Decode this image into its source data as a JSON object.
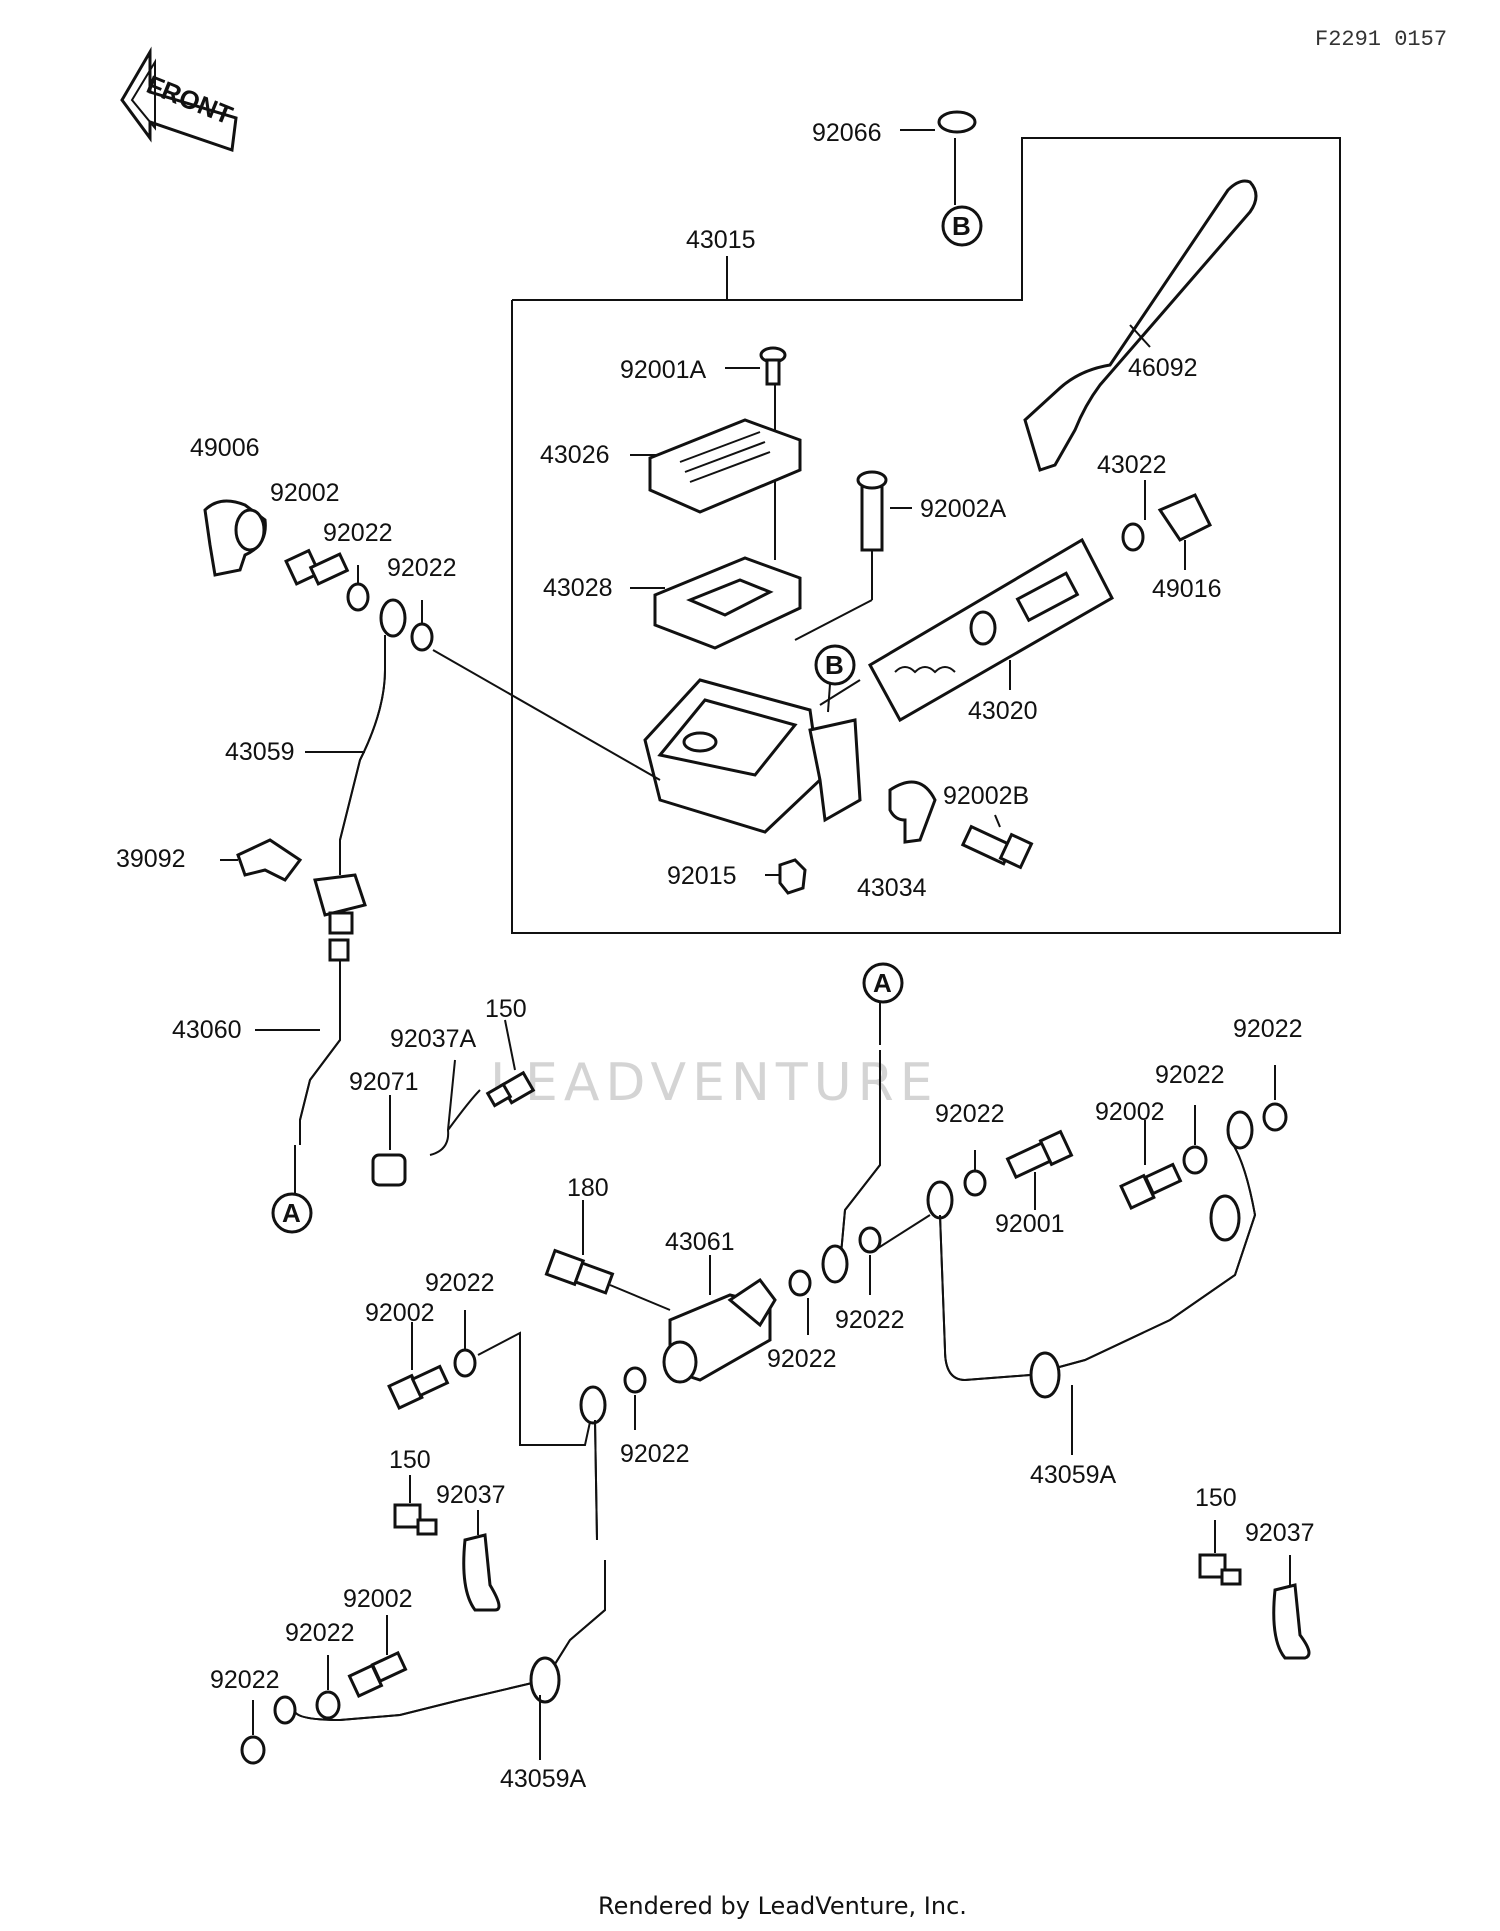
{
  "diagram_code": "F2291 0157",
  "front_label": "FRONT",
  "watermark": "LEADVENTURE",
  "footer": "Rendered by LeadVenture, Inc.",
  "connector_markers": {
    "a": "A",
    "b": "B"
  },
  "labels": {
    "p92066": "92066",
    "p43015": "43015",
    "p92001A": "92001A",
    "p46092": "46092",
    "p43026": "43026",
    "p92002A": "92002A",
    "p43022": "43022",
    "p49016": "49016",
    "p43028": "43028",
    "p43020": "43020",
    "p92002B": "92002B",
    "p92015": "92015",
    "p43034": "43034",
    "p49006": "49006",
    "p92002_a": "92002",
    "p92022_a": "92022",
    "p92022_b": "92022",
    "p43059": "43059",
    "p39092": "39092",
    "p43060": "43060",
    "p150_a": "150",
    "p92037A": "92037A",
    "p92071": "92071",
    "p92022_c": "92022",
    "p92022_d": "92022",
    "p92002_b": "92002",
    "p92022_e": "92022",
    "p92001": "92001",
    "p180": "180",
    "p43061": "43061",
    "p92022_f": "92022",
    "p92002_c": "92002",
    "p92022_g": "92022",
    "p92022_h": "92022",
    "p92022_i": "92022",
    "p43059A_a": "43059A",
    "p150_b": "150",
    "p92037_a": "92037",
    "p150_c": "150",
    "p92037_b": "92037",
    "p92002_d": "92002",
    "p92022_j": "92022",
    "p92022_k": "92022",
    "p43059A_b": "43059A"
  }
}
